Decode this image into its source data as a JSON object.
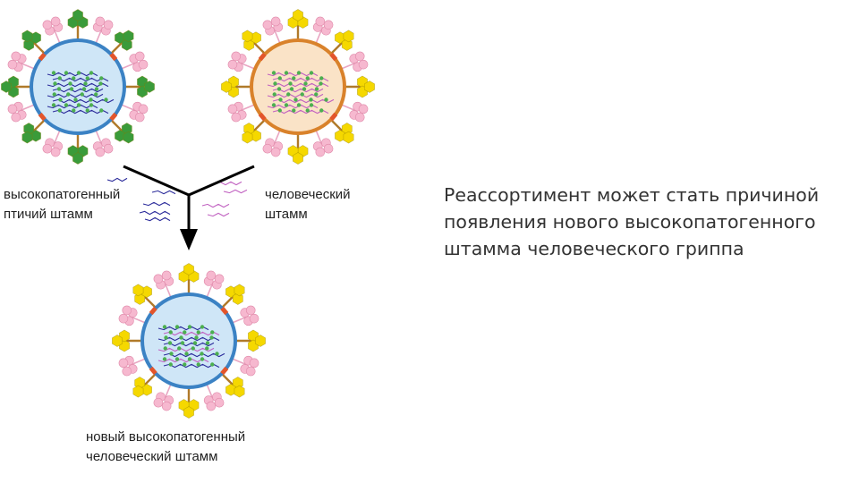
{
  "labels": {
    "avian_strain": "высокопатогенный\nптичий штамм",
    "human_strain": "человеческий\nштамм",
    "new_strain": "новый высокопатогенный\nчеловеческий штамм"
  },
  "caption": "Реассортимент может стать причиной появления нового высокопатогенного штамма человеческого гриппа",
  "colors": {
    "avian_core": "#cfe6f7",
    "avian_ring": "#3b82c4",
    "human_core": "#fae3c7",
    "human_ring": "#d9822b",
    "hemagglutinin_avian": "#3a9b3a",
    "hemagglutinin_human": "#f5d800",
    "neuraminidase": "#f6b8cf",
    "stalk": "#b07a2a",
    "pore": "#e3552b",
    "rna_avian": "#2a2a9a",
    "rna_human": "#c060c0",
    "rna_bead": "#4caf50",
    "arrow": "#000000"
  },
  "icons": {
    "virion": "influenza-virion-icon",
    "hemagglutinin": "hexagon-cluster-icon",
    "neuraminidase": "flower-cluster-icon",
    "arrow": "arrow-down-icon"
  }
}
